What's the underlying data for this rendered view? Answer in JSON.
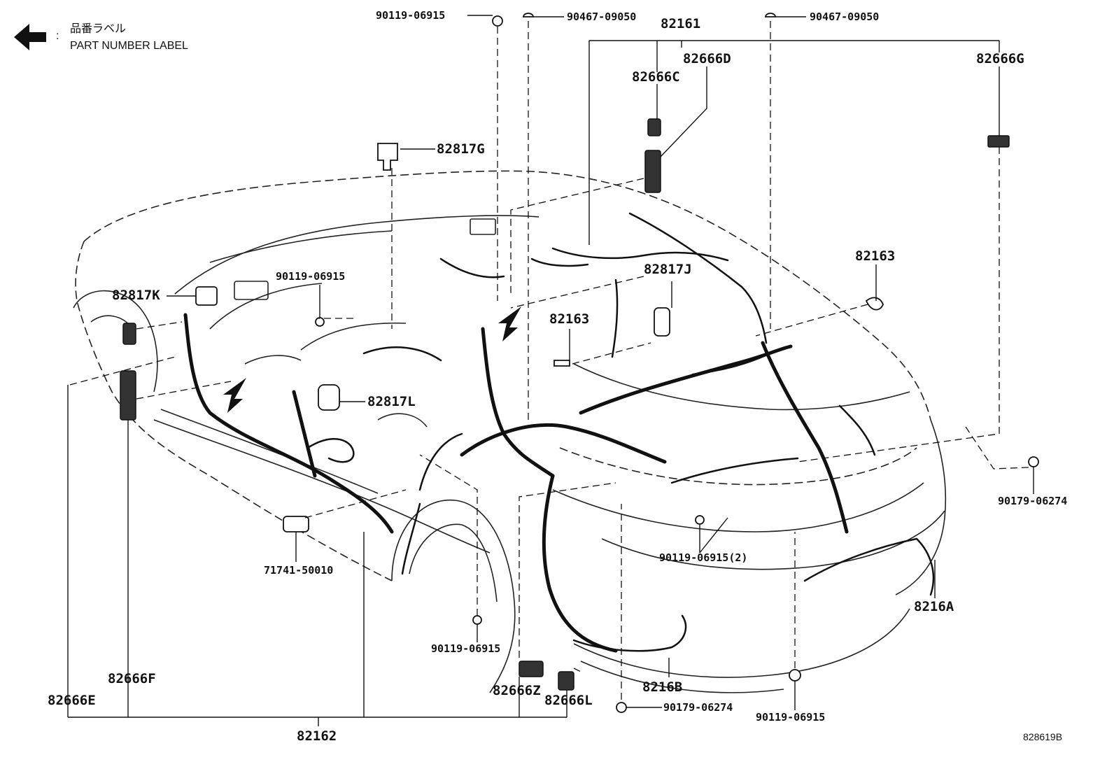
{
  "legend": {
    "label_jp": "品番ラベル",
    "label_en": "PART NUMBER LABEL",
    "icon": "arrow-left-icon"
  },
  "footer_code": "828619B",
  "labels": {
    "p90119_06915_top": "90119-06915",
    "p90467_09050_a": "90467-09050",
    "p90467_09050_b": "90467-09050",
    "p82161": "82161",
    "p82666D": "82666D",
    "p82666G": "82666G",
    "p82666C": "82666C",
    "p82817G": "82817G",
    "p82163_right": "82163",
    "p82817J": "82817J",
    "p90119_06915_left": "90119-06915",
    "p82817K": "82817K",
    "p82163_mid": "82163",
    "p82817L": "82817L",
    "p90179_06274_right": "90179-06274",
    "p90119_06915_2": "90119-06915(2)",
    "p71741_50010": "71741-50010",
    "p8216A": "8216A",
    "p90119_06915_bottom_mid": "90119-06915",
    "p8216B": "8216B",
    "p82666F": "82666F",
    "p82666Z": "82666Z",
    "p82666L": "82666L",
    "p82666E": "82666E",
    "p90179_06274_bottom": "90179-06274",
    "p90119_06915_bottom_right": "90119-06915",
    "p82162": "82162"
  }
}
